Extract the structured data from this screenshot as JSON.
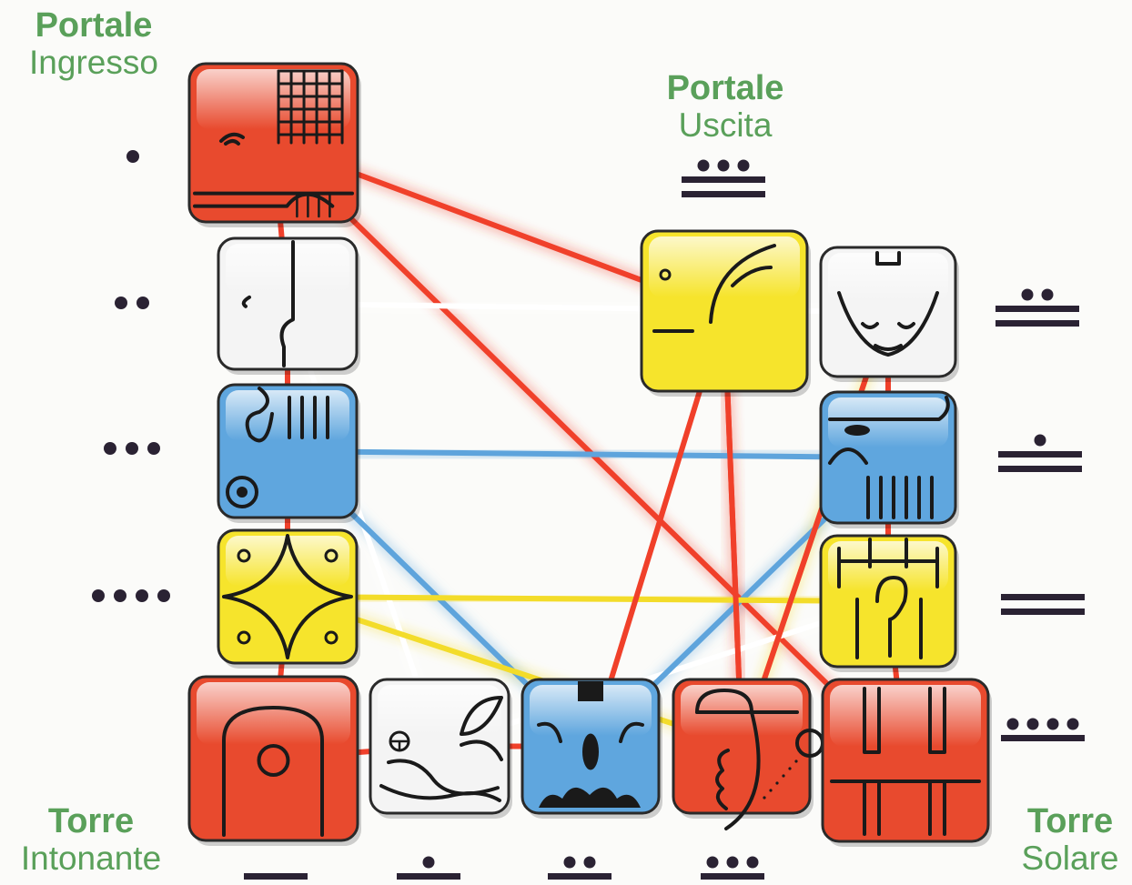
{
  "labels": {
    "portal_entry": {
      "title": "Portale",
      "subtitle": "Ingresso"
    },
    "portal_exit": {
      "title": "Portale",
      "subtitle": "Uscita"
    },
    "thundering_tower": {
      "title": "Torre",
      "subtitle": "Intonante"
    },
    "solar_tower": {
      "title": "Torre",
      "subtitle": "Solare"
    }
  },
  "colors": {
    "label_green": "#5aa05a",
    "red": "#e84a2e",
    "white": "#f4f4f4",
    "blue": "#5fa6de",
    "yellow": "#f6e42c",
    "line_red": "#f0402a",
    "line_white": "#ffffff",
    "line_blue": "#5ea4dc",
    "line_yellow": "#f3dc2a",
    "ink": "#1a1a1a",
    "numeral_ink": "#2a2233"
  },
  "tiles": [
    {
      "id": "t1",
      "color": "red",
      "glyph": "red-dragon-glyph"
    },
    {
      "id": "t2",
      "color": "white",
      "glyph": "white-wind-glyph"
    },
    {
      "id": "t3",
      "color": "blue",
      "glyph": "blue-night-glyph"
    },
    {
      "id": "t4",
      "color": "yellow",
      "glyph": "yellow-seed-glyph"
    },
    {
      "id": "t5",
      "color": "red",
      "glyph": "red-serpent-glyph"
    },
    {
      "id": "t6",
      "color": "white",
      "glyph": "white-worldbridger-glyph"
    },
    {
      "id": "t7",
      "color": "blue",
      "glyph": "blue-hand-glyph"
    },
    {
      "id": "t8",
      "color": "yellow",
      "glyph": "yellow-star-glyph"
    },
    {
      "id": "t9",
      "color": "red",
      "glyph": "red-moon-glyph"
    },
    {
      "id": "t10",
      "color": "white",
      "glyph": "white-dog-glyph"
    },
    {
      "id": "t11",
      "color": "blue",
      "glyph": "blue-monkey-glyph"
    },
    {
      "id": "t12",
      "color": "yellow",
      "glyph": "yellow-human-glyph"
    },
    {
      "id": "t13",
      "color": "red",
      "glyph": "red-skywalker-glyph"
    }
  ],
  "numerals": [
    {
      "value": 1,
      "dots": 1,
      "bars": 0
    },
    {
      "value": 2,
      "dots": 2,
      "bars": 0
    },
    {
      "value": 3,
      "dots": 3,
      "bars": 0
    },
    {
      "value": 4,
      "dots": 4,
      "bars": 0
    },
    {
      "value": 5,
      "dots": 0,
      "bars": 1
    },
    {
      "value": 6,
      "dots": 1,
      "bars": 1
    },
    {
      "value": 7,
      "dots": 2,
      "bars": 1
    },
    {
      "value": 8,
      "dots": 3,
      "bars": 1
    },
    {
      "value": 9,
      "dots": 4,
      "bars": 1
    },
    {
      "value": 10,
      "dots": 0,
      "bars": 2
    },
    {
      "value": 11,
      "dots": 1,
      "bars": 2
    },
    {
      "value": 12,
      "dots": 2,
      "bars": 2
    },
    {
      "value": 13,
      "dots": 3,
      "bars": 2
    }
  ],
  "connections": [
    {
      "from": "t1",
      "to": "t13",
      "color": "line_red"
    },
    {
      "from": "t1",
      "to": "t8",
      "color": "line_red"
    },
    {
      "from": "t8",
      "to": "t9",
      "color": "line_red"
    },
    {
      "from": "t2",
      "to": "t10",
      "color": "line_white"
    },
    {
      "from": "t2",
      "to": "t6",
      "color": "line_white"
    },
    {
      "from": "t6",
      "to": "t12",
      "color": "line_white"
    },
    {
      "from": "t3",
      "to": "t11",
      "color": "line_blue"
    },
    {
      "from": "t3",
      "to": "t7",
      "color": "line_blue"
    },
    {
      "from": "t7",
      "to": "t11",
      "color": "line_blue"
    },
    {
      "from": "t4",
      "to": "t12",
      "color": "line_yellow"
    },
    {
      "from": "t4",
      "to": "t9",
      "color": "line_yellow"
    },
    {
      "from": "t9",
      "to": "t10",
      "color": "line_yellow"
    }
  ]
}
